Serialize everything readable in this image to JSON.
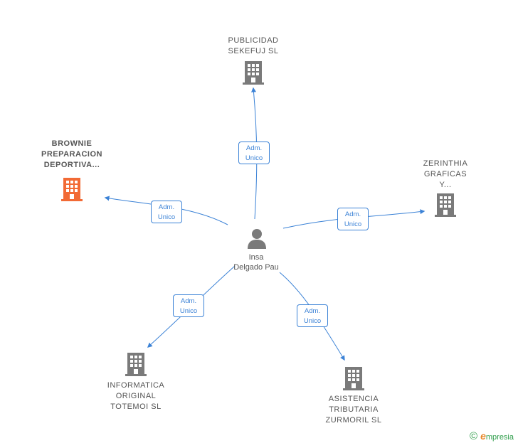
{
  "center": {
    "name_line1": "Insa",
    "name_line2": "Delgado Pau"
  },
  "companies": [
    {
      "id": "publicidad",
      "label": "PUBLICIDAD\nSEKEFUJ  SL",
      "color": "#7a7a7a"
    },
    {
      "id": "brownie",
      "label": "BROWNIE\nPREPARACION\nDEPORTIVA...",
      "color": "#f26a35"
    },
    {
      "id": "zerinthia",
      "label": "ZERINTHIA\nGRAFICAS\nY...",
      "color": "#7a7a7a"
    },
    {
      "id": "informatica",
      "label": "INFORMATICA\nORIGINAL\nTOTEMOI  SL",
      "color": "#7a7a7a"
    },
    {
      "id": "asistencia",
      "label": "ASISTENCIA\nTRIBUTARIA\nZURMORIL  SL",
      "color": "#7a7a7a"
    }
  ],
  "relations": [
    {
      "line1": "Adm.",
      "line2": "Unico"
    },
    {
      "line1": "Adm.",
      "line2": "Unico"
    },
    {
      "line1": "Adm.",
      "line2": "Unico"
    },
    {
      "line1": "Adm.",
      "line2": "Unico"
    },
    {
      "line1": "Adm.",
      "line2": "Unico"
    }
  ],
  "edge_color": "#3b82d6",
  "footer": {
    "copyright": "©",
    "brand_initial": "e",
    "brand_rest": "mpresia"
  }
}
